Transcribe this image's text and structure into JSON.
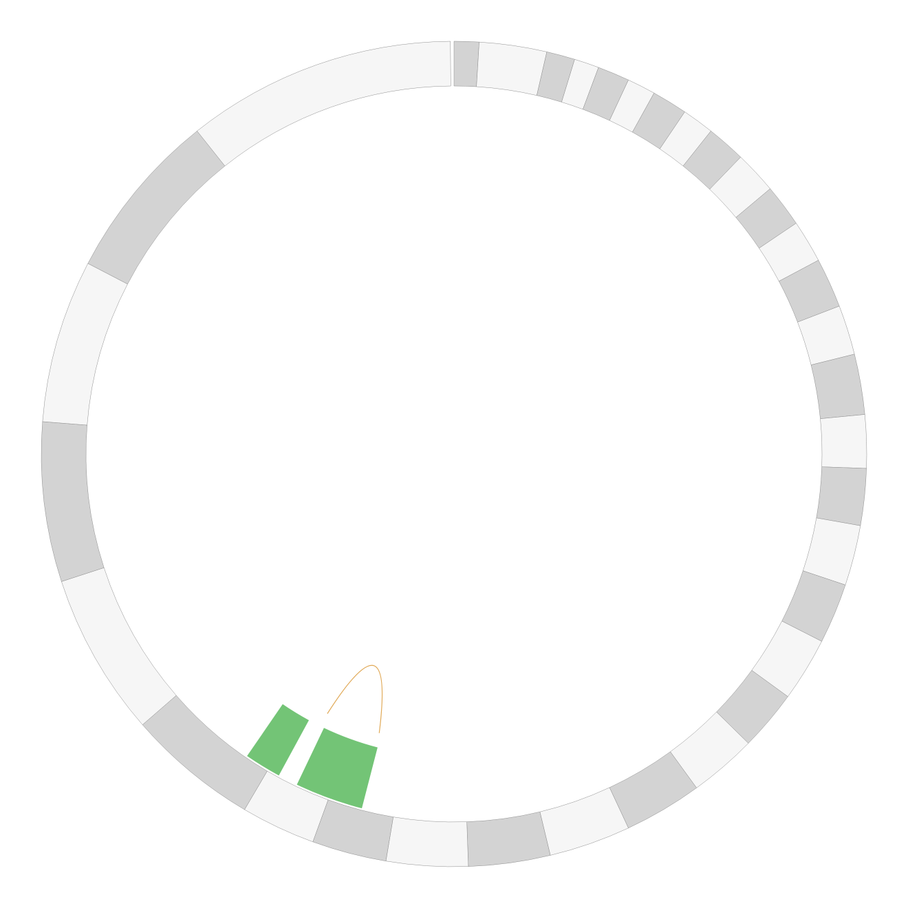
{
  "chart_data": {
    "type": "circos",
    "segments": [
      {
        "start": 0.0,
        "end": 3.5,
        "shade": "dark"
      },
      {
        "start": 3.5,
        "end": 13.0,
        "shade": "light"
      },
      {
        "start": 13.0,
        "end": 17.0,
        "shade": "dark"
      },
      {
        "start": 17.0,
        "end": 20.5,
        "shade": "light"
      },
      {
        "start": 20.5,
        "end": 25.0,
        "shade": "dark"
      },
      {
        "start": 25.0,
        "end": 29.0,
        "shade": "light"
      },
      {
        "start": 29.0,
        "end": 34.0,
        "shade": "dark"
      },
      {
        "start": 34.0,
        "end": 38.5,
        "shade": "light"
      },
      {
        "start": 38.5,
        "end": 44.0,
        "shade": "dark"
      },
      {
        "start": 44.0,
        "end": 50.0,
        "shade": "light"
      },
      {
        "start": 50.0,
        "end": 56.0,
        "shade": "dark"
      },
      {
        "start": 56.0,
        "end": 62.0,
        "shade": "light"
      },
      {
        "start": 62.0,
        "end": 69.0,
        "shade": "dark"
      },
      {
        "start": 69.0,
        "end": 76.0,
        "shade": "light"
      },
      {
        "start": 76.0,
        "end": 84.5,
        "shade": "dark"
      },
      {
        "start": 84.5,
        "end": 92.0,
        "shade": "light"
      },
      {
        "start": 92.0,
        "end": 100.0,
        "shade": "dark"
      },
      {
        "start": 100.0,
        "end": 108.5,
        "shade": "light"
      },
      {
        "start": 108.5,
        "end": 117.0,
        "shade": "dark"
      },
      {
        "start": 117.0,
        "end": 126.0,
        "shade": "light"
      },
      {
        "start": 126.0,
        "end": 134.5,
        "shade": "dark"
      },
      {
        "start": 134.5,
        "end": 144.0,
        "shade": "light"
      },
      {
        "start": 144.0,
        "end": 155.0,
        "shade": "dark"
      },
      {
        "start": 155.0,
        "end": 166.5,
        "shade": "light"
      },
      {
        "start": 166.5,
        "end": 178.0,
        "shade": "dark"
      },
      {
        "start": 178.0,
        "end": 189.5,
        "shade": "light"
      },
      {
        "start": 189.5,
        "end": 200.0,
        "shade": "dark"
      },
      {
        "start": 200.0,
        "end": 210.5,
        "shade": "light"
      },
      {
        "start": 210.5,
        "end": 229.0,
        "shade": "dark"
      },
      {
        "start": 229.0,
        "end": 252.0,
        "shade": "light"
      },
      {
        "start": 252.0,
        "end": 274.5,
        "shade": "dark"
      },
      {
        "start": 274.5,
        "end": 297.5,
        "shade": "light"
      },
      {
        "start": 297.5,
        "end": 321.5,
        "shade": "dark"
      },
      {
        "start": 321.5,
        "end": 359.5,
        "shade": "light"
      }
    ],
    "highlights": [
      {
        "start": 208.5,
        "end": 214.5
      },
      {
        "start": 194.5,
        "end": 205.5
      }
    ],
    "links": [
      {
        "a": 206.0,
        "b": 195.0,
        "apex": 201.0
      }
    ]
  },
  "colors": {
    "dark_segment": "#d3d3d3",
    "light_segment": "#f6f6f6",
    "segment_stroke": "#8c8c8c",
    "highlight": "#73c476",
    "link": "#e0a855",
    "background": "#ffffff"
  }
}
